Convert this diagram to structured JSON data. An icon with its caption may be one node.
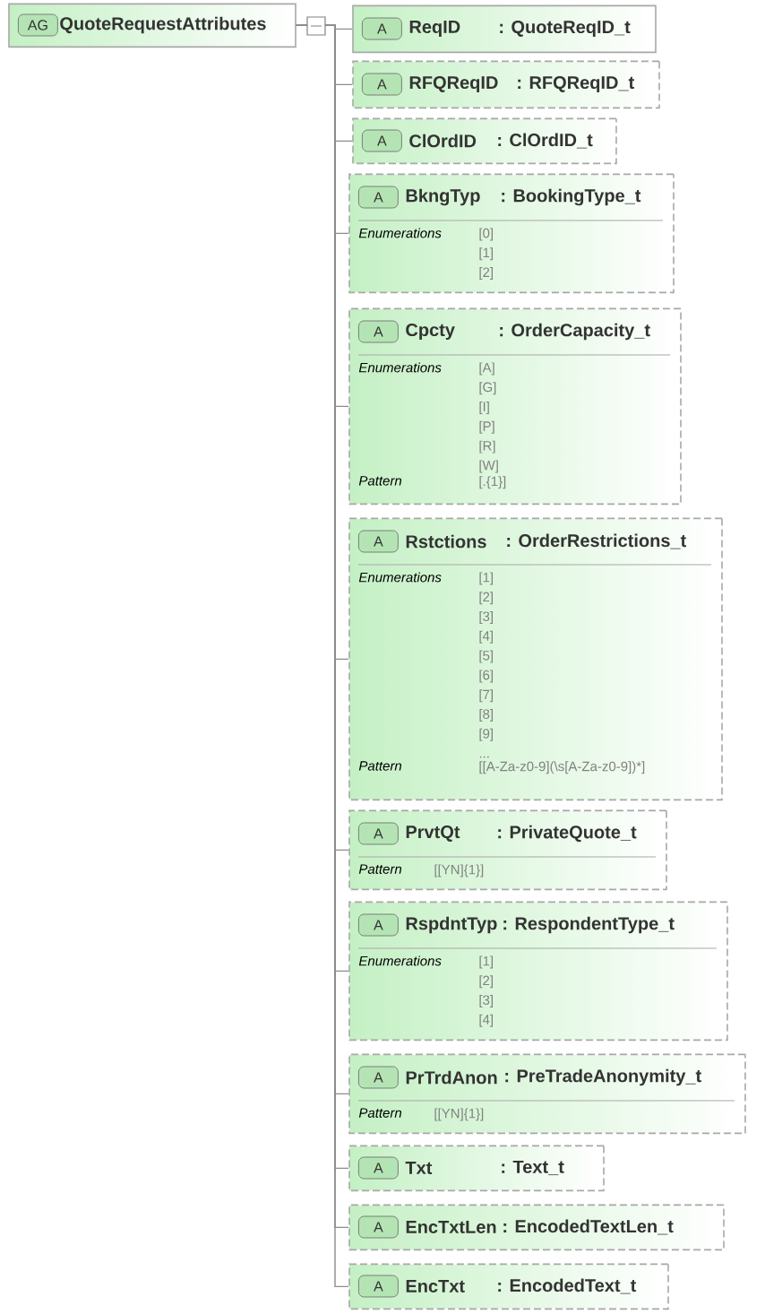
{
  "diagram": {
    "nodes": [
      {
        "text": [
          "AG",
          "QuoteRequestAttributes"
        ]
      },
      {
        "text": [
          "A",
          "ReqID",
          ": QuoteReqID_t"
        ]
      },
      {
        "text": [
          "A",
          "RFQReqID",
          ": RFQReqID_t"
        ]
      },
      {
        "text": [
          "A",
          "ClOrdID",
          ": ClOrdID_t"
        ]
      },
      {
        "text": [
          "A",
          "BkngTyp",
          ": BookingType_t",
          "Enumerations",
          "[0] [1] [2]"
        ]
      },
      {
        "text": [
          "A",
          "Cpcty",
          ": OrderCapacity_t",
          "Enumerations",
          "[A] [G] [I] [P] [R] [W]",
          "Pattern",
          "[.{1}]"
        ]
      },
      {
        "text": [
          "A",
          "Rstctions",
          ": OrderRestrictions_t",
          "Enumerations",
          "[1] [2] [3] [4] [5] [6] [7] [8] [9] ...",
          "Pattern",
          "[[A-Za-z0-9](\\s[A-Za-z0-9])*]"
        ]
      },
      {
        "text": [
          "A",
          "PrvtQt",
          ": PrivateQuote_t",
          "Pattern",
          "[[YN]{1}]"
        ]
      },
      {
        "text": [
          "A",
          "RspdntTyp",
          ": RespondentType_t",
          "Enumerations",
          "[1] [2] [3] [4]"
        ]
      },
      {
        "text": [
          "A",
          "PrTrdAnon",
          ": PreTradeAnonymity_t",
          "Pattern",
          "[[YN]{1}]"
        ]
      },
      {
        "text": [
          "A",
          "Txt",
          ": Text_t"
        ]
      },
      {
        "text": [
          "A",
          "EncTxtLen",
          ": EncodedTextLen_t"
        ]
      },
      {
        "text": [
          "A",
          "EncTxt",
          ": EncodedText_t"
        ]
      }
    ],
    "edges": [
      {
        "from": 0,
        "to": 1,
        "arrow": "none"
      },
      {
        "from": 0,
        "to": 2,
        "arrow": "none"
      },
      {
        "from": 0,
        "to": 3,
        "arrow": "none"
      },
      {
        "from": 0,
        "to": 4,
        "arrow": "none"
      },
      {
        "from": 0,
        "to": 5,
        "arrow": "none"
      },
      {
        "from": 0,
        "to": 6,
        "arrow": "none"
      },
      {
        "from": 0,
        "to": 7,
        "arrow": "none"
      },
      {
        "from": 0,
        "to": 8,
        "arrow": "none"
      },
      {
        "from": 0,
        "to": 9,
        "arrow": "none"
      },
      {
        "from": 0,
        "to": 10,
        "arrow": "none"
      },
      {
        "from": 0,
        "to": 11,
        "arrow": "none"
      },
      {
        "from": 0,
        "to": 12,
        "arrow": "none"
      }
    ]
  }
}
